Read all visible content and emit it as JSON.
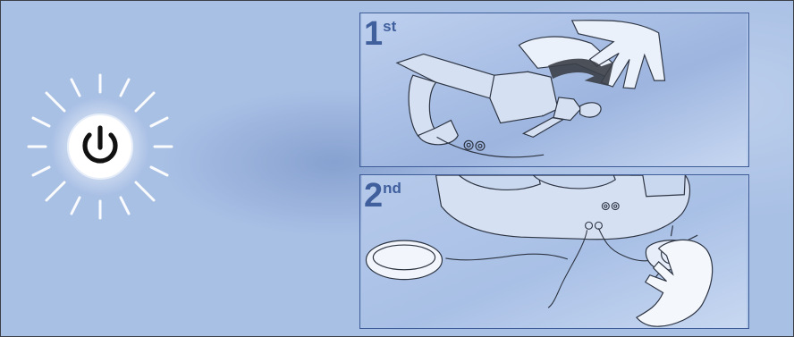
{
  "steps": [
    {
      "number": "1",
      "suffix": "st"
    },
    {
      "number": "2",
      "suffix": "nd"
    }
  ],
  "icons": {
    "power": "power-icon"
  },
  "colors": {
    "background": "#a9c0e5",
    "panel_border": "#3d5c98",
    "step_label": "#3f5f9d",
    "power_symbol": "#111111"
  }
}
